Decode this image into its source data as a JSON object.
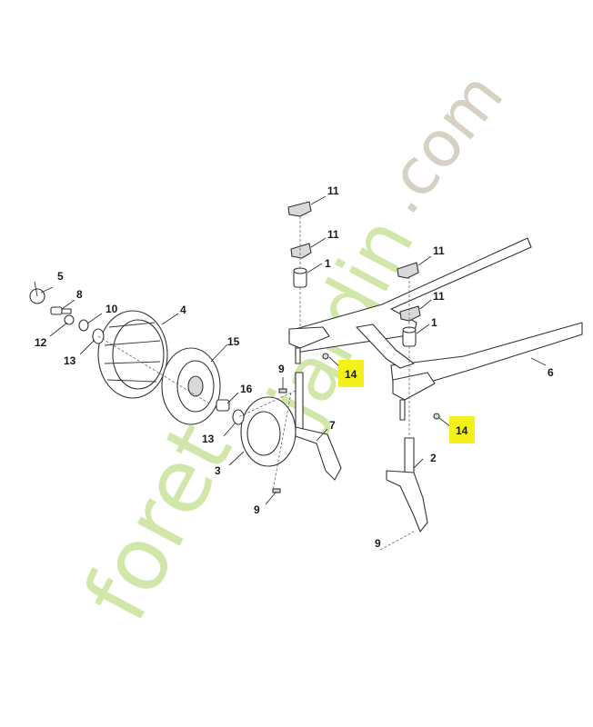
{
  "diagram": {
    "callouts": {
      "c5": "5",
      "c8": "8",
      "c10": "10",
      "c12": "12",
      "c13a": "13",
      "c4": "4",
      "c15": "15",
      "c16": "16",
      "c13b": "13",
      "c3": "3",
      "c9a": "9",
      "c9b": "9",
      "c9c": "9",
      "c7": "7",
      "c2": "2",
      "c6": "6",
      "c1a": "1",
      "c1b": "1",
      "c11a": "11",
      "c11b": "11",
      "c11c": "11",
      "c11d": "11",
      "c14a": "14",
      "c14b": "14"
    },
    "highlight_color": "#f4f11a"
  },
  "watermark": {
    "text_main": "foret",
    "text_mid": "jardin",
    "text_end": ".com",
    "color_green": "#c9e39a",
    "color_orange": "#f6c98a",
    "color_grey": "#cfc8bb"
  }
}
